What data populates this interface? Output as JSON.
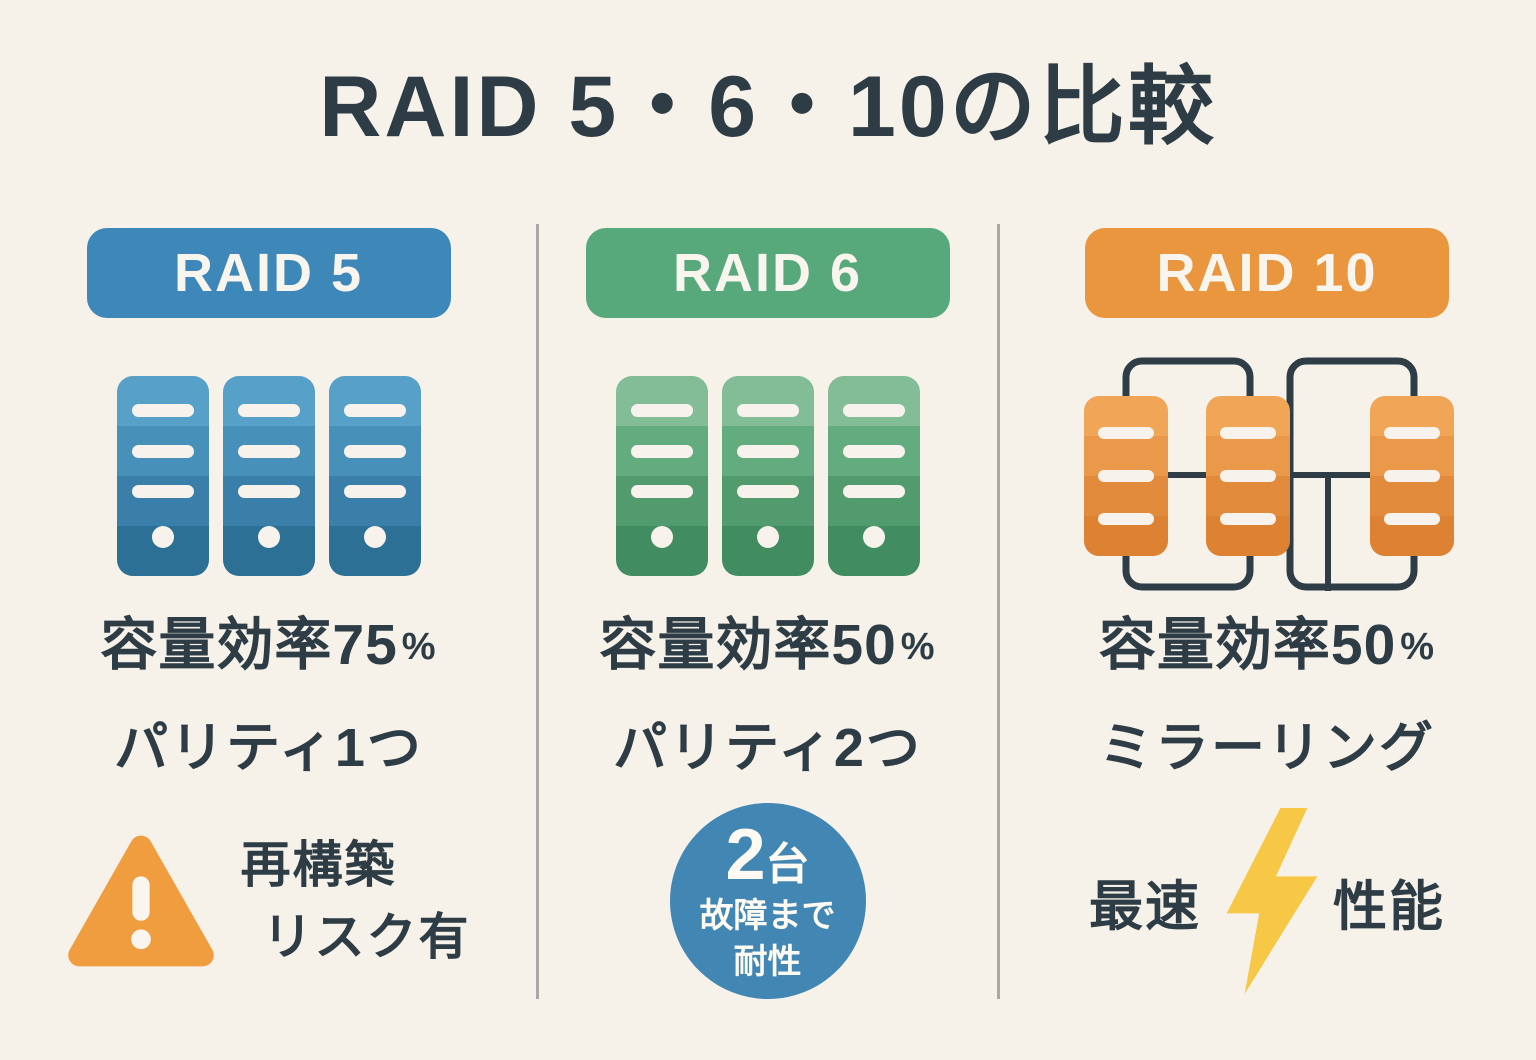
{
  "title": "RAID 5・6・10の比較",
  "colors": {
    "background": "#f6f2ea",
    "text": "#2d3c45",
    "raid5_accent": "#3e87b9",
    "raid6_accent": "#57a87a",
    "raid10_accent": "#e9963e",
    "badge_blue": "#4286b3",
    "warning_orange": "#f09d3f",
    "bolt_yellow": "#f7c846",
    "frame_outline": "#2f3e46",
    "divider_gray": "#a9a9a7"
  },
  "columns": [
    {
      "name": "RAID 5",
      "icon": "disk-array-icon",
      "capacity_label": "容量効率75",
      "capacity_unit": "%",
      "feature": "パリティ1つ",
      "warning": {
        "icon": "warning-triangle-icon",
        "line1": "再構築",
        "line2": "リスク有"
      }
    },
    {
      "name": "RAID 6",
      "icon": "disk-array-icon",
      "capacity_label": "容量効率50",
      "capacity_unit": "%",
      "feature": "パリティ2つ",
      "badge": {
        "num": "2",
        "num_suffix": "台",
        "line2": "故障まで",
        "line3": "耐性"
      }
    },
    {
      "name": "RAID 10",
      "icon": "mirrored-disk-array-icon",
      "capacity_label": "容量効率50",
      "capacity_unit": "%",
      "feature": "ミラーリング",
      "performance": {
        "left": "最速",
        "icon": "lightning-bolt-icon",
        "right": "性能"
      }
    }
  ]
}
